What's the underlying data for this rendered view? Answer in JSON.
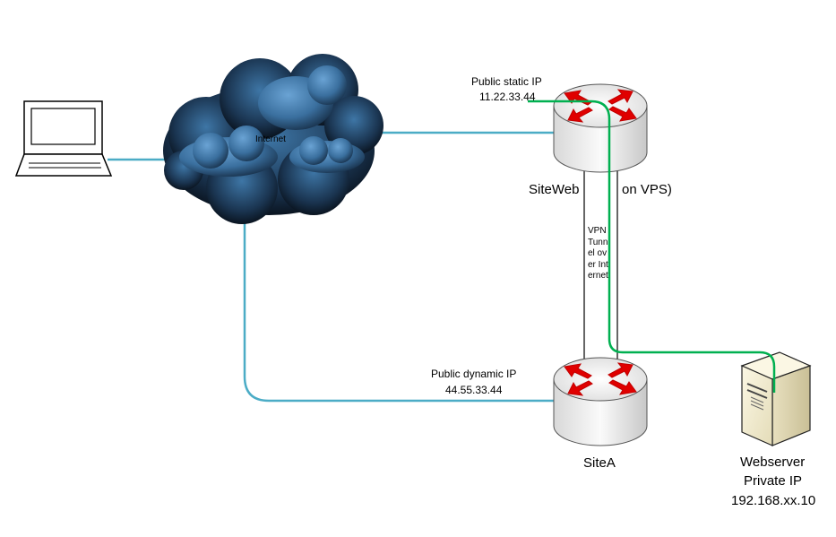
{
  "nodes": {
    "laptop": {
      "label": ""
    },
    "internet": {
      "label": "Internet"
    },
    "siteweb": {
      "label_left": "SiteWeb",
      "label_right": "on VPS)",
      "ip_label": "Public static IP",
      "ip": "11.22.33.44"
    },
    "sitea": {
      "label": "SiteA",
      "ip_label": "Public dynamic IP",
      "ip": "44.55.33.44"
    },
    "webserver": {
      "label": "Webserver",
      "sublabel": "Private IP",
      "ip": "192.168.xx.10"
    }
  },
  "tunnel": {
    "label": "VPN Tunnel over Internet"
  },
  "colors": {
    "link": "#4bacc6",
    "green_path": "#00b050",
    "cloud_dark": "#0d1d2e",
    "cloud_light": "#4a86b8",
    "router_arrow": "#e00000"
  }
}
